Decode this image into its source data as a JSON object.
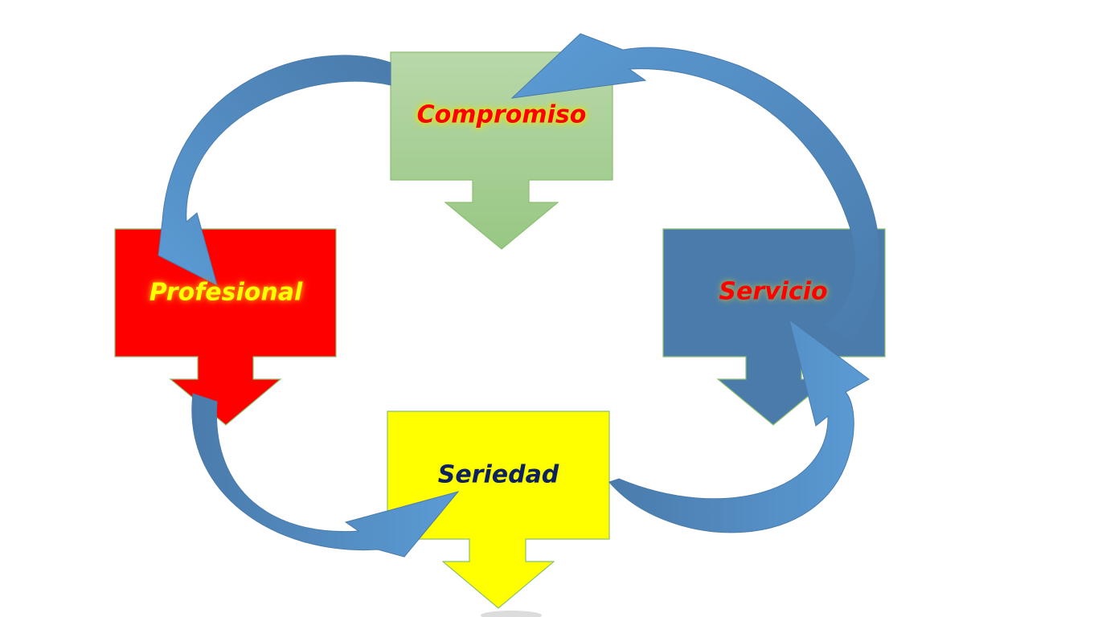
{
  "diagram": {
    "nodes": [
      {
        "id": "compromiso",
        "label": "Compromiso",
        "color": "#a9d18e"
      },
      {
        "id": "profesional",
        "label": "Profesional",
        "color": "#ff0000"
      },
      {
        "id": "servicio",
        "label": "Servicio",
        "color": "#4a7bab"
      },
      {
        "id": "seriedad",
        "label": "Seriedad",
        "color": "#ffff00"
      }
    ],
    "cycle_arrow_colors": {
      "dark": "#4a7bab",
      "light": "#5b9bd5"
    }
  }
}
